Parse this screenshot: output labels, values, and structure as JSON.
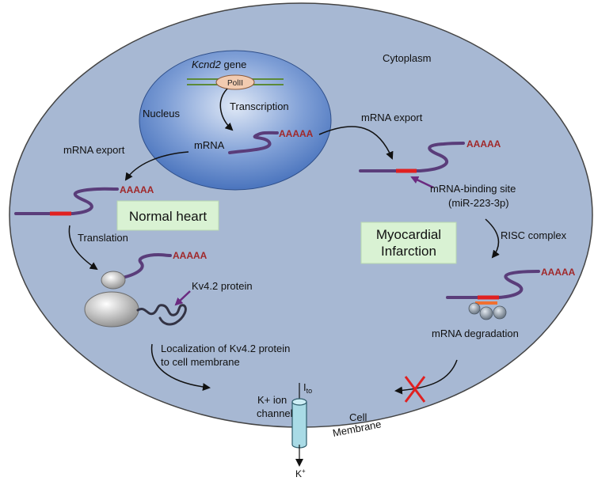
{
  "labels": {
    "cytoplasm": "Cytoplasm",
    "gene_name": "Kcnd2",
    "gene_suffix": " gene",
    "polymerase": "PolII",
    "transcription": "Transcription",
    "nucleus": "Nucleus",
    "mrna": "mRNA",
    "polya": "AAAAA",
    "mrna_export": "mRNA  export",
    "translation": "Translation",
    "kv42_protein": "Kv4.2 protein",
    "localization_line1": "Localization of Kv4.2 protein",
    "localization_line2": "to cell membrane",
    "binding_site_line1": "mRNA-binding site",
    "binding_site_line2": "(miR-223-3p)",
    "risc": "RISC complex",
    "degradation": "mRNA degradation",
    "channel_line1": "K+ ion",
    "channel_line2": "channel",
    "current_main": "I",
    "current_sub": "to",
    "cell": "Cell",
    "membrane": "Membrane",
    "potassium": "K",
    "potassium_sup": "+"
  },
  "boxes": {
    "normal_heart": "Normal heart",
    "mi_line1": "Myocardial",
    "mi_line2": "Infarction"
  },
  "colors": {
    "cell_fill": "#a7b8d3",
    "nucleus_fill": "#3f6bb8",
    "mrna": "#5a3d7a",
    "binding_site": "#e02020",
    "polya_text": "#a0282a",
    "label_box": "#d9f2d3",
    "block_cross": "#e02020",
    "channel": "#a9dbe6",
    "arrow_purple": "#6b2a80"
  }
}
